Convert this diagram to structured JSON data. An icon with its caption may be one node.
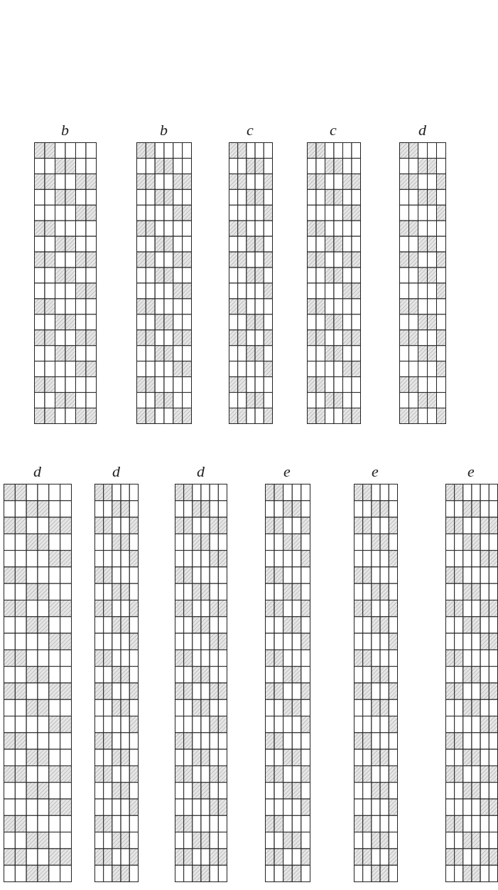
{
  "diagram": {
    "labels": [
      "b",
      "b",
      "c",
      "c",
      "d",
      "d",
      "d",
      "d",
      "e",
      "e",
      "e"
    ]
  }
}
